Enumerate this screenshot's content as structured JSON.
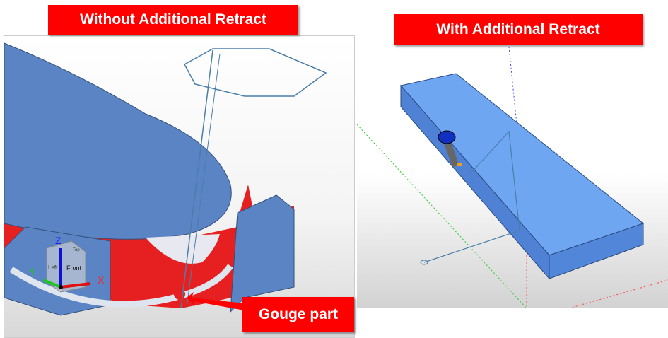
{
  "labels": {
    "without": "Without Additional Retract",
    "with": "With Additional Retract",
    "gouge": "Gouge part"
  },
  "view_cube": {
    "left": "Left",
    "front": "Front",
    "top": "Top"
  },
  "axes": {
    "x": "X",
    "y": "Y",
    "z": "Z"
  },
  "colors": {
    "part": "#5b84c4",
    "stock": "#ee2222",
    "label_bg": "#ff0000",
    "block": "#6fa6f2"
  }
}
